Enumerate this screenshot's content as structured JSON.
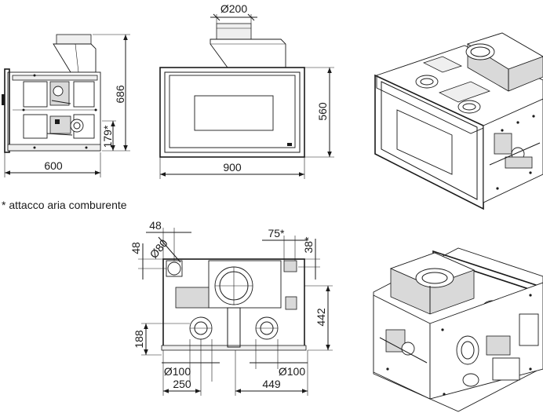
{
  "side_view": {
    "height_label": "686",
    "air_inlet_label": "179*",
    "width_label": "600"
  },
  "front_view": {
    "flue_label": "Ø200",
    "height_label": "560",
    "width_label": "900"
  },
  "footnote": "* attacco aria comburente",
  "top_view": {
    "offset_x_label": "48",
    "offset_y_label": "48",
    "air_diameter_label": "Ø80",
    "air_offset_label": "75*",
    "air_offset_side_label": "38*",
    "depth_label": "442",
    "outlet_offset_label": "188",
    "outlet_left_label": "Ø100",
    "outlet_right_label": "Ø100",
    "outlet_left_pos_label": "250",
    "outlet_right_pos_label": "449"
  }
}
